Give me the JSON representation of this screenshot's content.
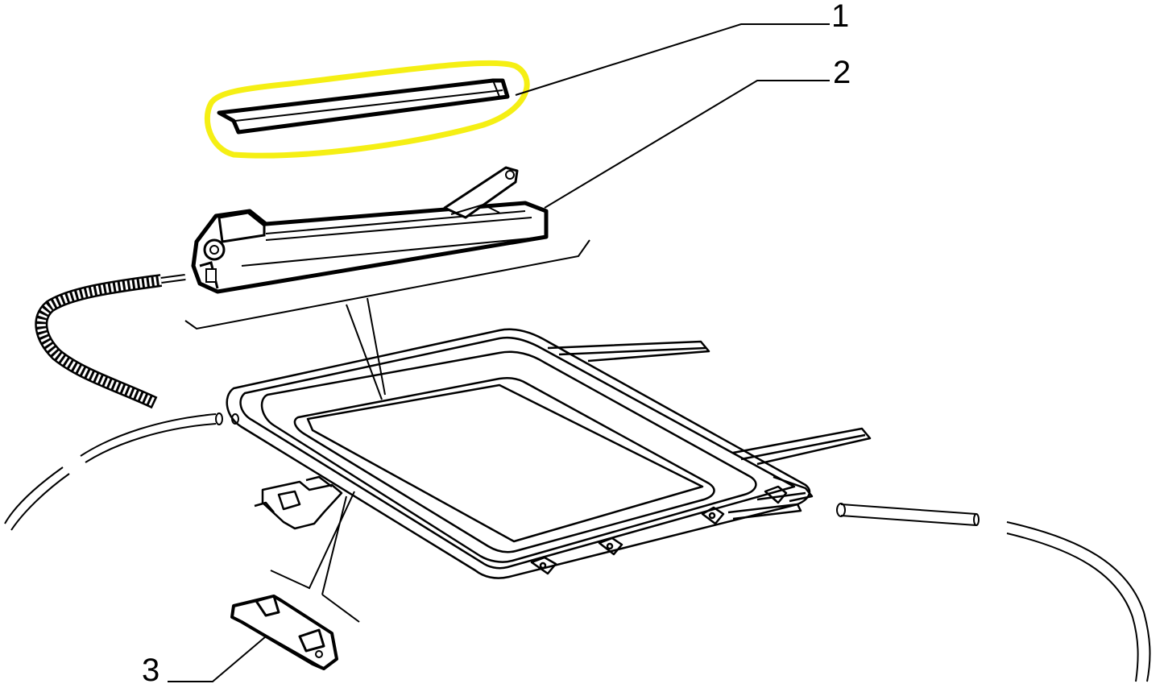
{
  "callouts": [
    {
      "id": "1",
      "label": "1"
    },
    {
      "id": "2",
      "label": "2"
    },
    {
      "id": "3",
      "label": "3"
    }
  ],
  "colors": {
    "line": "#000000",
    "highlight": "#f5ef14",
    "background": "#ffffff"
  },
  "highlighted_part": "1"
}
